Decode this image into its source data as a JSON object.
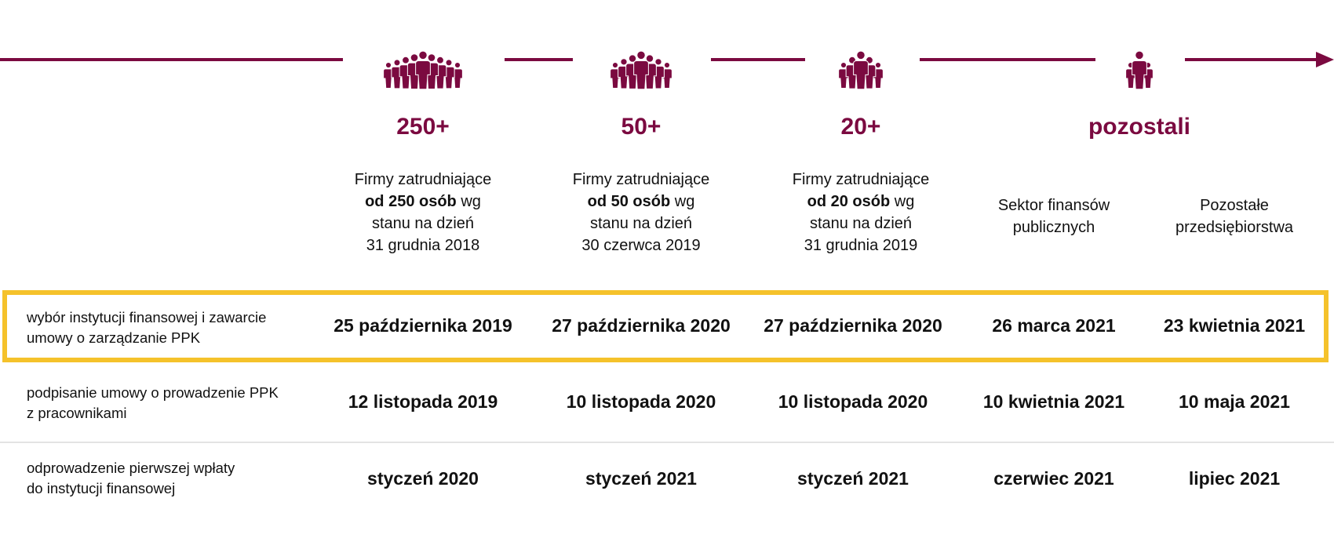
{
  "colors": {
    "accent": "#7b0a40",
    "highlight": "#f5c22b",
    "divider": "#e3e3e3"
  },
  "groups": [
    {
      "label": "250+",
      "icon": "crowd-icon",
      "people": 9,
      "desc": {
        "line1": "Firmy  zatrudniające",
        "bold": "od 250 osób",
        "after_bold": " wg",
        "line3": "stanu na dzień",
        "line4": "31 grudnia 2018"
      }
    },
    {
      "label": "50+",
      "icon": "crowd-icon",
      "people": 7,
      "desc": {
        "line1": "Firmy  zatrudniające",
        "bold": "od 50 osób",
        "after_bold": " wg",
        "line3": "stanu na dzień",
        "line4": "30 czerwca 2019"
      }
    },
    {
      "label": "20+",
      "icon": "crowd-icon",
      "people": 5,
      "desc": {
        "line1": "Firmy  zatrudniające",
        "bold": "od 20 osób",
        "after_bold": " wg",
        "line3": "stanu na dzień",
        "line4": "31 grudnia 2019"
      }
    },
    {
      "label": "pozostali",
      "icon": "crowd-icon",
      "people": 3
    }
  ],
  "subgroups": [
    {
      "line1": "Sektor finansów",
      "line2": "publicznych"
    },
    {
      "line1": "Pozostałe",
      "line2": "przedsiębiorstwa"
    }
  ],
  "rows": [
    {
      "label_line1": "wybór instytucji finansowej i zawarcie",
      "label_line2": "umowy o zarządzanie PPK",
      "values": [
        "25 października 2019",
        "27 października 2020",
        "27 października 2020",
        "26 marca 2021",
        "23 kwietnia 2021"
      ]
    },
    {
      "label_line1": "podpisanie umowy o prowadzenie PPK",
      "label_line2": "z pracownikami",
      "values": [
        "12 listopada 2019",
        "10 listopada 2020",
        "10 listopada 2020",
        "10 kwietnia 2021",
        "10 maja 2021"
      ]
    },
    {
      "label_line1": "odprowadzenie pierwszej wpłaty",
      "label_line2": "do instytucji finansowej",
      "values": [
        "styczeń 2020",
        "styczeń 2021",
        "styczeń 2021",
        "czerwiec 2021",
        "lipiec 2021"
      ]
    }
  ]
}
